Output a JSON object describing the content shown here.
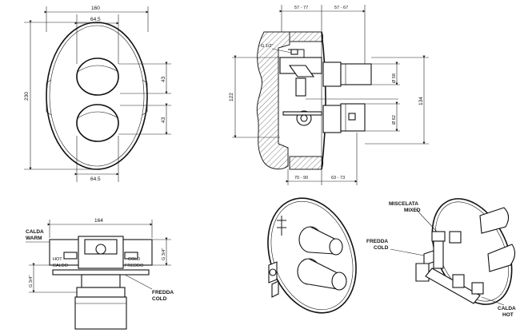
{
  "front_view": {
    "width": "160",
    "spacing_top": "64.5",
    "spacing_bottom": "64.5",
    "height": "230",
    "offset_upper": "43",
    "offset_lower": "43"
  },
  "side_view": {
    "top_left": "57 - 77",
    "top_right": "57 - 67",
    "thread": "G 1/2\"",
    "height_left": "122",
    "height_right": "134",
    "diameter_upper": "Ø 58",
    "diameter_lower": "Ø 62",
    "bottom_left": "70 - 90",
    "bottom_right": "63 - 73"
  },
  "top_view": {
    "width": "164",
    "calda_warm": [
      "CALDA",
      "WARM"
    ],
    "hot": "HOT",
    "caldo": "CALDO",
    "cold": "COLD",
    "freddo": "FREDDO",
    "thread_right": "G 3/4\"",
    "thread_left": "G 3/4\"",
    "fredda_cold": [
      "FREDDA",
      "COLD"
    ]
  },
  "iso_view": {
    "miscelata_mixed": [
      "MISCELATA",
      "MIXED"
    ],
    "fredda_cold": [
      "FREDDA",
      "COLD"
    ],
    "calda_hot": [
      "CALDA",
      "HOT"
    ]
  }
}
